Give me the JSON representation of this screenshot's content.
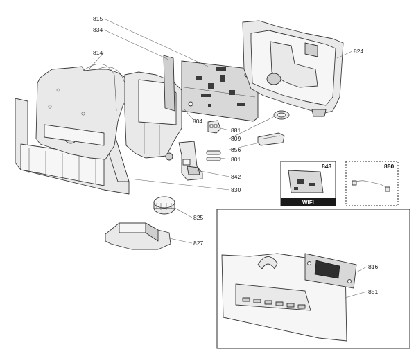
{
  "callouts": {
    "c815": "815",
    "c834": "834",
    "c814": "814",
    "c824": "824",
    "c804": "804",
    "c881": "881",
    "c809": "809",
    "c856": "856",
    "c801": "801",
    "c842": "842",
    "c830": "830",
    "c843": "843",
    "c880": "880",
    "c825": "825",
    "c827": "827",
    "c816": "816",
    "c851": "851"
  },
  "wifi_label": "WIFI",
  "colors": {
    "outline": "#3a3a3a",
    "part_fill": "#e9e9e9",
    "wifi_band": "#1a1a1a"
  }
}
